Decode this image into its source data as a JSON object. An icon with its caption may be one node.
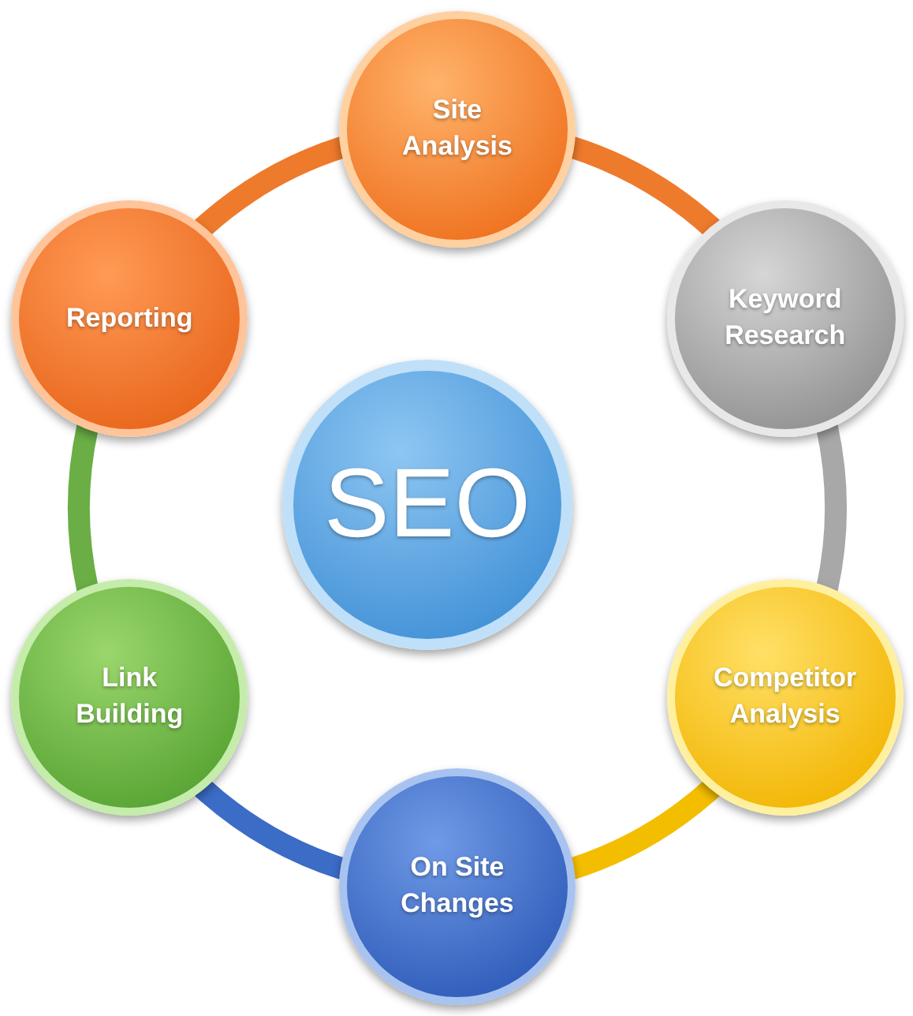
{
  "diagram": {
    "nodes": [
      {
        "text": [
          "SEO"
        ]
      },
      {
        "text": [
          "Site Analysis"
        ]
      },
      {
        "text": [
          "Keyword Research"
        ]
      },
      {
        "text": [
          "Competitor Analysis"
        ]
      },
      {
        "text": [
          "On Site Changes"
        ]
      },
      {
        "text": [
          "Link Building"
        ]
      },
      {
        "text": [
          "Reporting"
        ]
      }
    ],
    "edges": [
      {
        "from": 1,
        "to": 2,
        "arrow": "none",
        "color": "#ee7a2c"
      },
      {
        "from": 2,
        "to": 3,
        "arrow": "none",
        "color": "#a8a8a8"
      },
      {
        "from": 3,
        "to": 4,
        "arrow": "none",
        "color": "#f4be00"
      },
      {
        "from": 4,
        "to": 5,
        "arrow": "none",
        "color": "#3b6cc6"
      },
      {
        "from": 5,
        "to": 6,
        "arrow": "none",
        "color": "#6aae45"
      },
      {
        "from": 6,
        "to": 1,
        "arrow": "none",
        "color": "#ee7a2c"
      }
    ]
  }
}
